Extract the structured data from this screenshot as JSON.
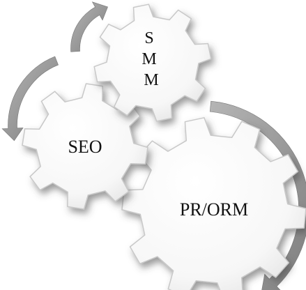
{
  "diagram": {
    "gears": [
      {
        "id": "smm",
        "label_lines": [
          "S",
          "M",
          "M"
        ]
      },
      {
        "id": "seo",
        "label_lines": [
          "SEO"
        ]
      },
      {
        "id": "pr",
        "label_lines": [
          "PR/ORM"
        ]
      }
    ],
    "colors": {
      "background": "#ffffff",
      "gear_fill": "#fbfbfb",
      "gear_stroke": "#c8c8c8",
      "gear_shadow": "#6f6f6f",
      "arrow_fill": "#8f8f8f",
      "arrow_light": "#bdbdbd",
      "text": "#111111"
    }
  }
}
